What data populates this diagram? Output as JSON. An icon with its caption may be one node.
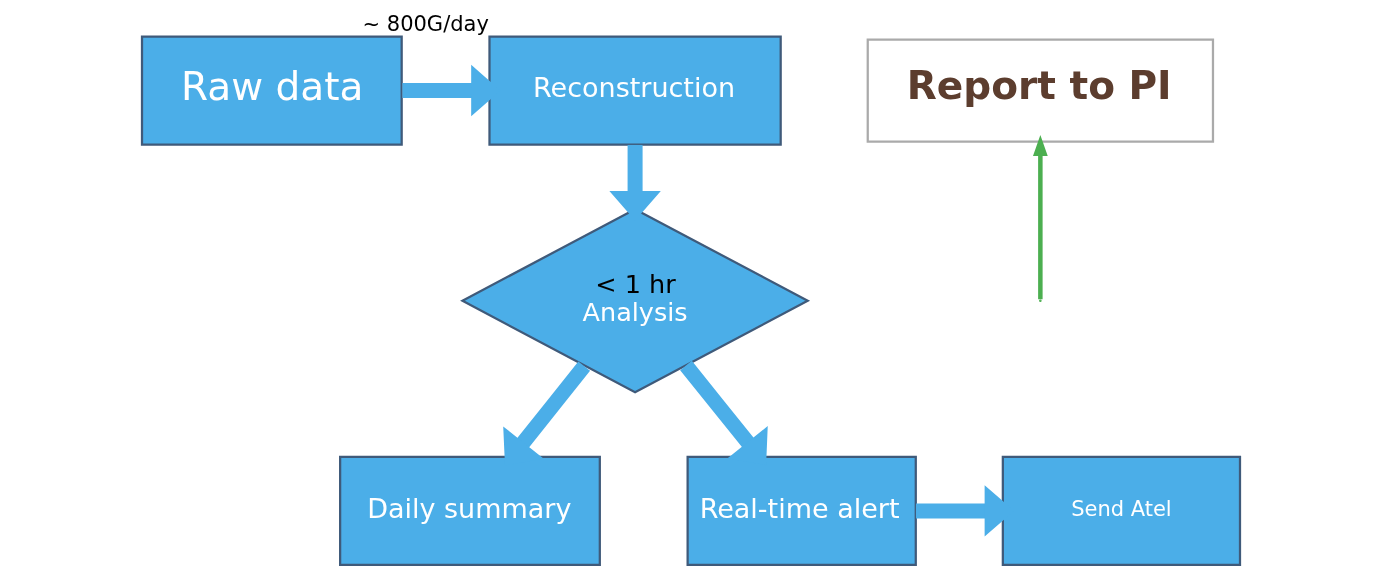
{
  "diagram": {
    "nodes": [
      {
        "text": [
          "Raw data"
        ]
      },
      {
        "text": [
          "Reconstruction"
        ],
        "beside": [
          "~ 800G/day"
        ]
      },
      {
        "text": [
          "< 1 hr",
          "Analysis"
        ]
      },
      {
        "text": [
          "Daily summary"
        ]
      },
      {
        "text": [
          "Real-time alert"
        ]
      },
      {
        "text": [
          "Report to PI"
        ]
      },
      {
        "text": [
          "Send Atel"
        ]
      }
    ],
    "edges": [
      {
        "from": 0,
        "to": 1,
        "arrow": "to"
      },
      {
        "from": 1,
        "to": 2,
        "arrow": "to"
      },
      {
        "from": 2,
        "to": 3,
        "arrow": "to"
      },
      {
        "from": 2,
        "to": 4,
        "arrow": "to"
      },
      {
        "from": 4,
        "to": 6,
        "arrow": "to"
      },
      {
        "from": null,
        "to": 5,
        "arrow": "to",
        "color": "#4caf50"
      }
    ]
  }
}
